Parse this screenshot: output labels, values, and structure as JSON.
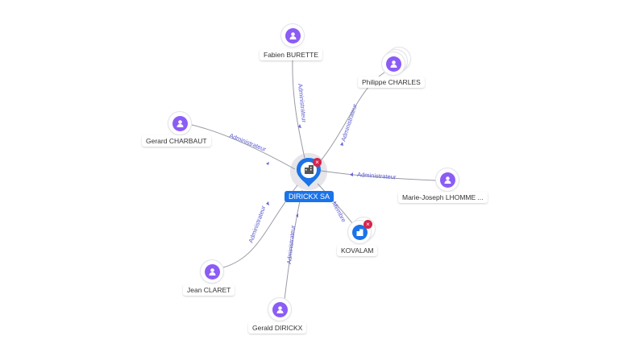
{
  "center": {
    "name": "DIRICKX SA",
    "icon": "company-pin-icon",
    "badge": "close-badge-icon"
  },
  "nodes": [
    {
      "id": "fabien",
      "name": "Fabien BURETTE",
      "type": "person"
    },
    {
      "id": "philippe",
      "name": "Philippe CHARLES",
      "type": "person-stack"
    },
    {
      "id": "gerard-c",
      "name": "Gerard CHARBAUT",
      "type": "person"
    },
    {
      "id": "marie",
      "name": "Marie-Joseph LHOMME ...",
      "type": "person"
    },
    {
      "id": "jean",
      "name": "Jean CLARET",
      "type": "person"
    },
    {
      "id": "gerald",
      "name": "Gerald DIRICKX",
      "type": "person"
    },
    {
      "id": "kovalam",
      "name": "KOVALAM",
      "type": "company"
    }
  ],
  "edges": [
    {
      "to": "fabien",
      "label": "Administrateur"
    },
    {
      "to": "philippe",
      "label": "Administrateur"
    },
    {
      "to": "gerard-c",
      "label": "Administrateur"
    },
    {
      "to": "marie",
      "label": "Administrateur"
    },
    {
      "to": "jean",
      "label": "Administrateur"
    },
    {
      "to": "gerald",
      "label": "Administrateur"
    },
    {
      "to": "kovalam",
      "label": "Membre"
    }
  ],
  "colors": {
    "person": "#8b5cf6",
    "company": "#1a73e8",
    "badge": "#d6244a",
    "edge_label": "#5a5ad0"
  }
}
